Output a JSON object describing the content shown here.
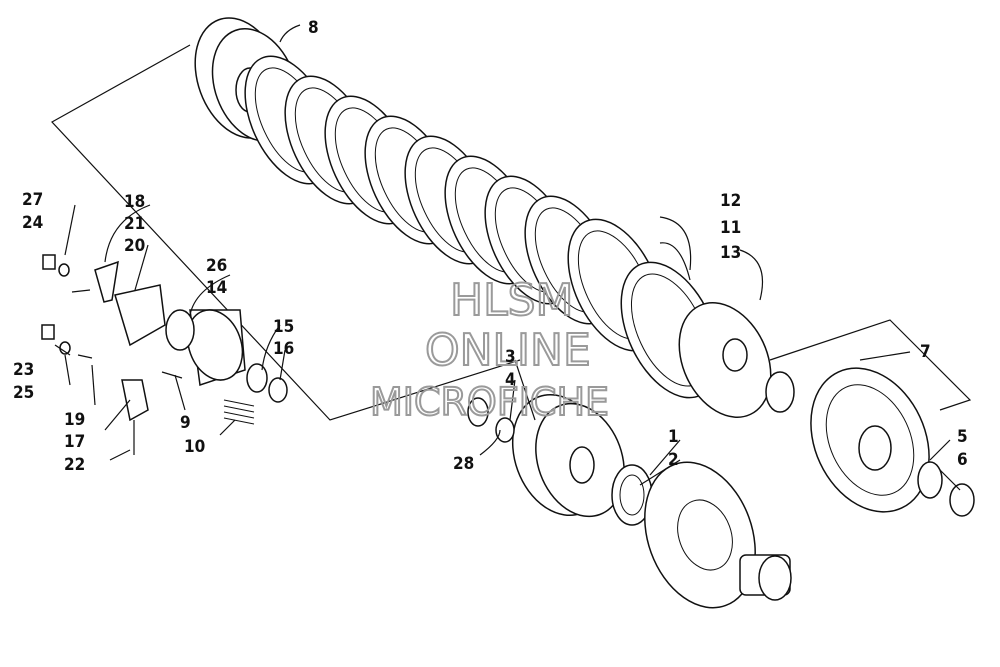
{
  "labels": {
    "l1": "1",
    "l2": "2",
    "l3": "3",
    "l4": "4",
    "l5": "5",
    "l6": "6",
    "l7": "7",
    "l8": "8",
    "l9": "9",
    "l10": "10",
    "l11": "11",
    "l12": "12",
    "l13": "13",
    "l14": "14",
    "l15": "15",
    "l16": "16",
    "l17": "17",
    "l18": "18",
    "l19": "19",
    "l20": "20",
    "l21": "21",
    "l22": "22",
    "l23": "23",
    "l24": "24",
    "l25": "25",
    "l26": "26",
    "l27": "27",
    "l28": "28"
  },
  "watermark": {
    "line1": "HLSM",
    "line2": "ONLINE",
    "line3": "MICROFICHE"
  }
}
